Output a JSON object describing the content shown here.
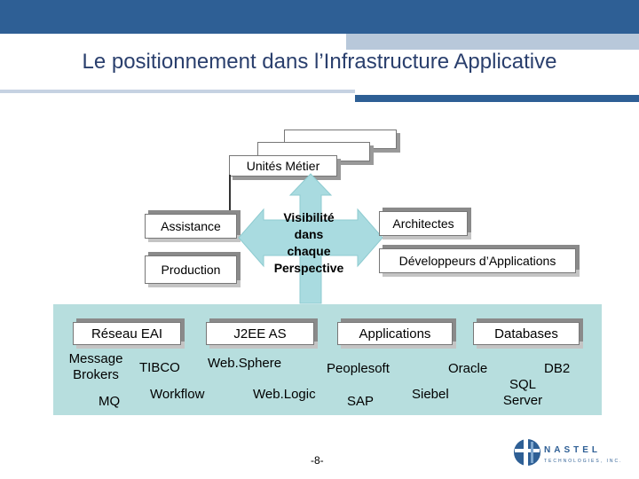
{
  "slide": {
    "title": "Le positionnement dans l’Infrastructure Applicative",
    "page_number": "-8-"
  },
  "top_boxes": {
    "unites_metier": "Unités Métier"
  },
  "left_boxes": {
    "assistance": "Assistance",
    "production": "Production"
  },
  "center": {
    "visibility_line1": "Visibilité",
    "visibility_line2": "dans",
    "visibility_line3": "chaque",
    "visibility_line4": "Perspective"
  },
  "right_boxes": {
    "architectes": "Architectes",
    "developpeurs": "Développeurs d’Applications"
  },
  "categories": {
    "reseau_eai": "Réseau EAI",
    "j2ee_as": "J2EE AS",
    "applications": "Applications",
    "databases": "Databases"
  },
  "items": {
    "message_brokers_1": "Message",
    "message_brokers_2": "Brokers",
    "tibco": "TIBCO",
    "mq": "MQ",
    "workflow": "Workflow",
    "websphere": "Web.Sphere",
    "weblogic": "Web.Logic",
    "peoplesoft": "Peoplesoft",
    "sap": "SAP",
    "oracle": "Oracle",
    "siebel": "Siebel",
    "db2": "DB2",
    "sql_server_1": "SQL",
    "sql_server_2": "Server"
  },
  "logo": {
    "name": "NASTEL",
    "tagline": "TECHNOLOGIES, INC."
  },
  "colors": {
    "header_blue": "#2e5f95",
    "band_teal": "#b7dede",
    "arrow_fill": "#a9dbe0",
    "title_color": "#2a3f6d"
  }
}
